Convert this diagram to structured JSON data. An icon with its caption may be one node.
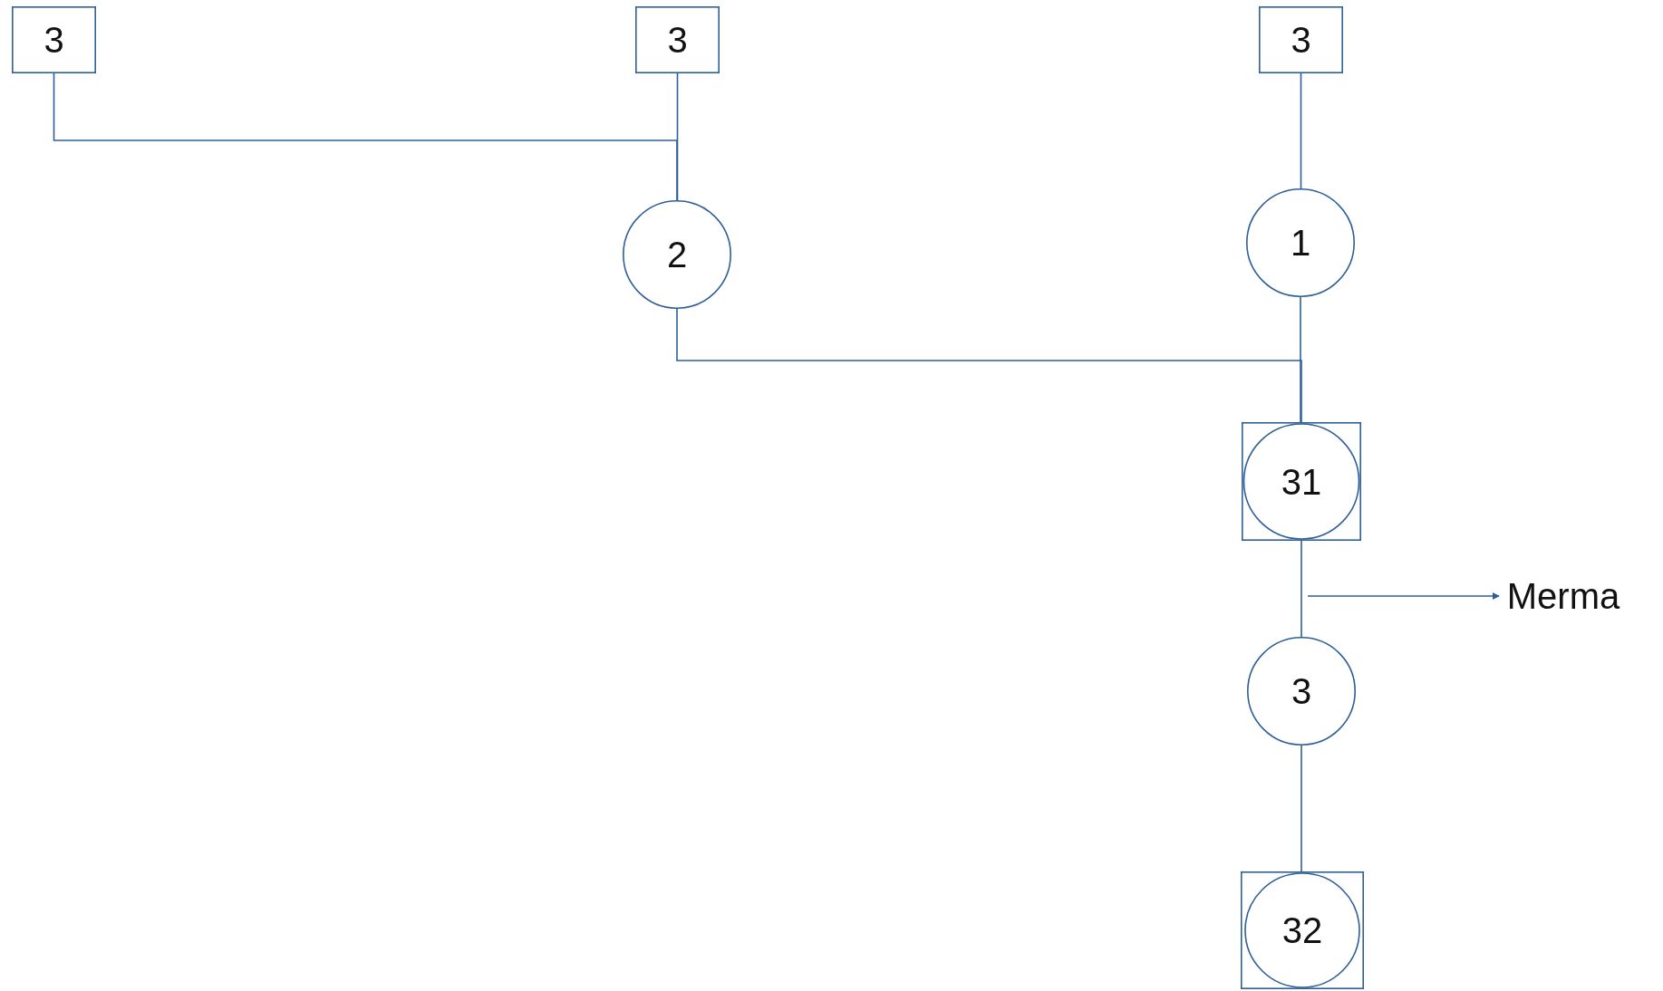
{
  "diagram": {
    "nodes": [
      {
        "text": [
          "3"
        ]
      },
      {
        "text": [
          "3"
        ]
      },
      {
        "text": [
          "3"
        ]
      },
      {
        "text": [
          "2"
        ]
      },
      {
        "text": [
          "1"
        ]
      },
      {
        "text": [
          "31"
        ]
      },
      {
        "text": [
          "Merma"
        ]
      },
      {
        "text": [
          "3"
        ]
      },
      {
        "text": [
          "32"
        ]
      }
    ],
    "edges": [
      {
        "from": 0,
        "to": 3,
        "arrow": "none"
      },
      {
        "from": 1,
        "to": 3,
        "arrow": "none"
      },
      {
        "from": 2,
        "to": 4,
        "arrow": "none"
      },
      {
        "from": 3,
        "to": 5,
        "arrow": "none"
      },
      {
        "from": 4,
        "to": 5,
        "arrow": "none"
      },
      {
        "from": null,
        "to": 6,
        "arrow": "to"
      },
      {
        "from": 5,
        "to": 7,
        "arrow": "none"
      },
      {
        "from": 7,
        "to": 8,
        "arrow": "none"
      }
    ]
  }
}
